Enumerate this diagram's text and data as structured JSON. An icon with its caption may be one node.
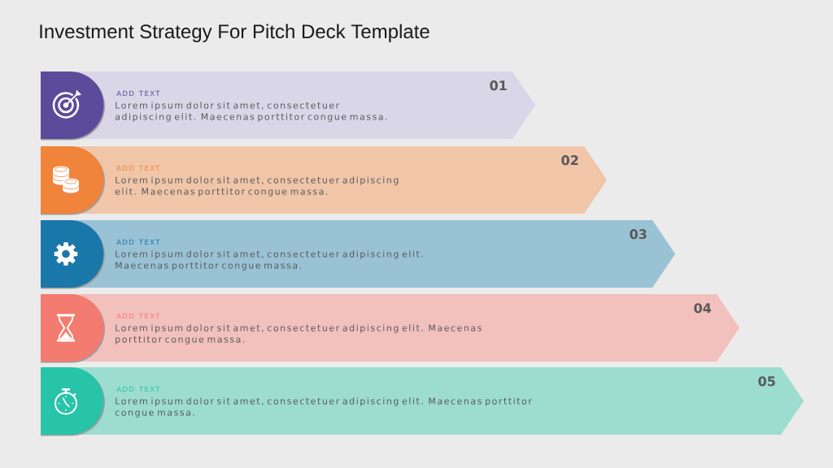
{
  "diagram": {
    "title": "Investment Strategy For Pitch Deck Template",
    "nodes": [
      {
        "text": [
          "ADD TEXT",
          "Lorem ipsum dolor sit amet, consectetuer adipiscing elit. Maecenas porttitor congue massa.",
          "01"
        ]
      },
      {
        "text": [
          "ADD TEXT",
          "Lorem ipsum dolor sit amet, consectetuer adipiscing elit. Maecenas porttitor congue massa.",
          "02"
        ]
      },
      {
        "text": [
          "ADD TEXT",
          "Lorem ipsum dolor sit amet, consectetuer adipiscing elit. Maecenas porttitor congue massa.",
          "03"
        ]
      },
      {
        "text": [
          "ADD TEXT",
          "Lorem ipsum dolor sit amet, consectetuer adipiscing elit. Maecenas porttitor congue massa.",
          "04"
        ]
      },
      {
        "text": [
          "ADD TEXT",
          "Lorem ipsum dolor sit amet, consectetuer adipiscing elit. Maecenas porttitor congue massa.",
          "05"
        ]
      }
    ]
  }
}
